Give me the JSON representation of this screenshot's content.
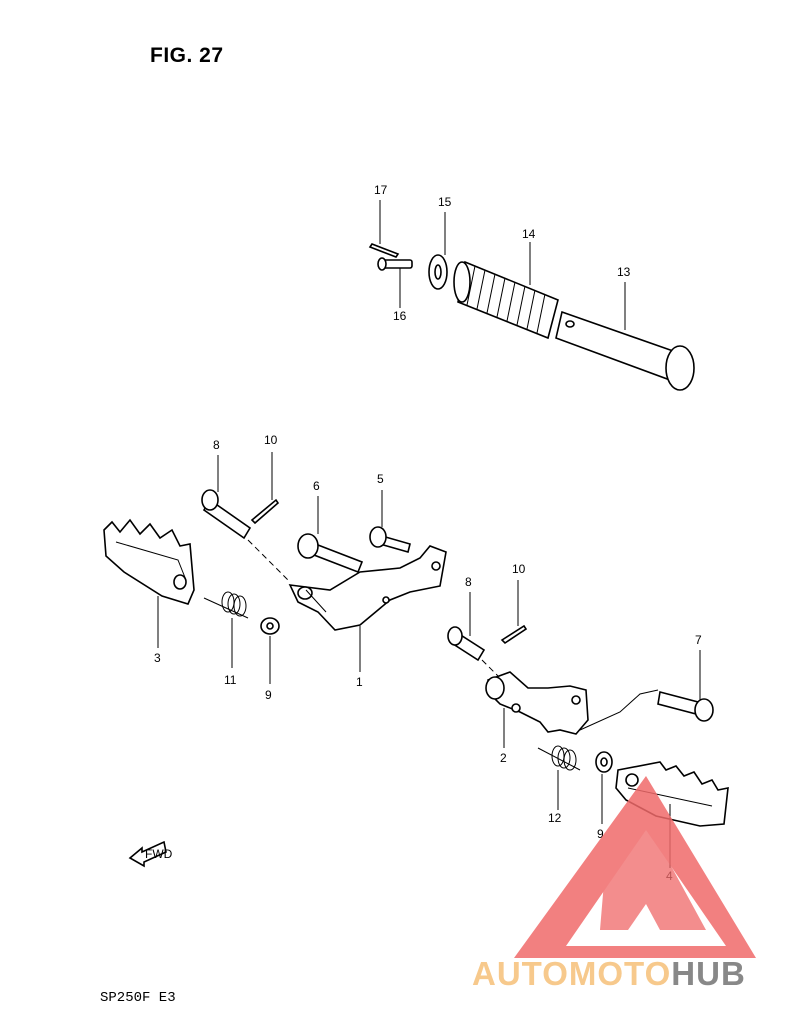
{
  "figure": {
    "title": "FIG. 27",
    "model": "SP250F  E3"
  },
  "watermark": {
    "text_part1": "AUTOMOTO",
    "text_part2": "HUB",
    "colors": {
      "triangle": "#f06a6a",
      "text_part1": "#f7c98c",
      "text_part2": "#888888"
    }
  },
  "arrow": {
    "label": "FWD"
  },
  "callouts": {
    "p1": "1",
    "p2": "2",
    "p3": "3",
    "p4": "4",
    "p5": "5",
    "p6": "6",
    "p7": "7",
    "p8a": "8",
    "p8b": "8",
    "p9a": "9",
    "p9b": "9",
    "p10a": "10",
    "p10b": "10",
    "p11": "11",
    "p12": "12",
    "p13": "13",
    "p14": "14",
    "p15": "15",
    "p16": "16",
    "p17": "17"
  }
}
